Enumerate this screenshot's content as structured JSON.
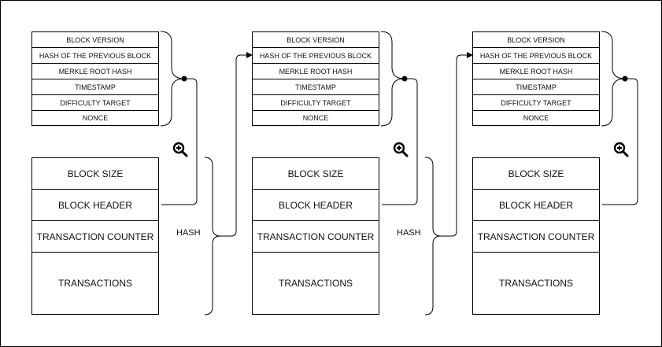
{
  "header_fields": [
    "BLOCK VERSION",
    "HASH OF THE PREVIOUS BLOCK",
    "MERKLE ROOT HASH",
    "TIMESTAMP",
    "DIFFICULTY TARGET",
    "NONCE"
  ],
  "block_fields": [
    "BLOCK SIZE",
    "BLOCK HEADER",
    "TRANSACTION COUNTER",
    "TRANSACTIONS"
  ],
  "hash_label": "HASH",
  "icons": {
    "zoom": "zoom-in-icon"
  },
  "colors": {
    "stroke": "#000000",
    "background": "#ffffff"
  }
}
